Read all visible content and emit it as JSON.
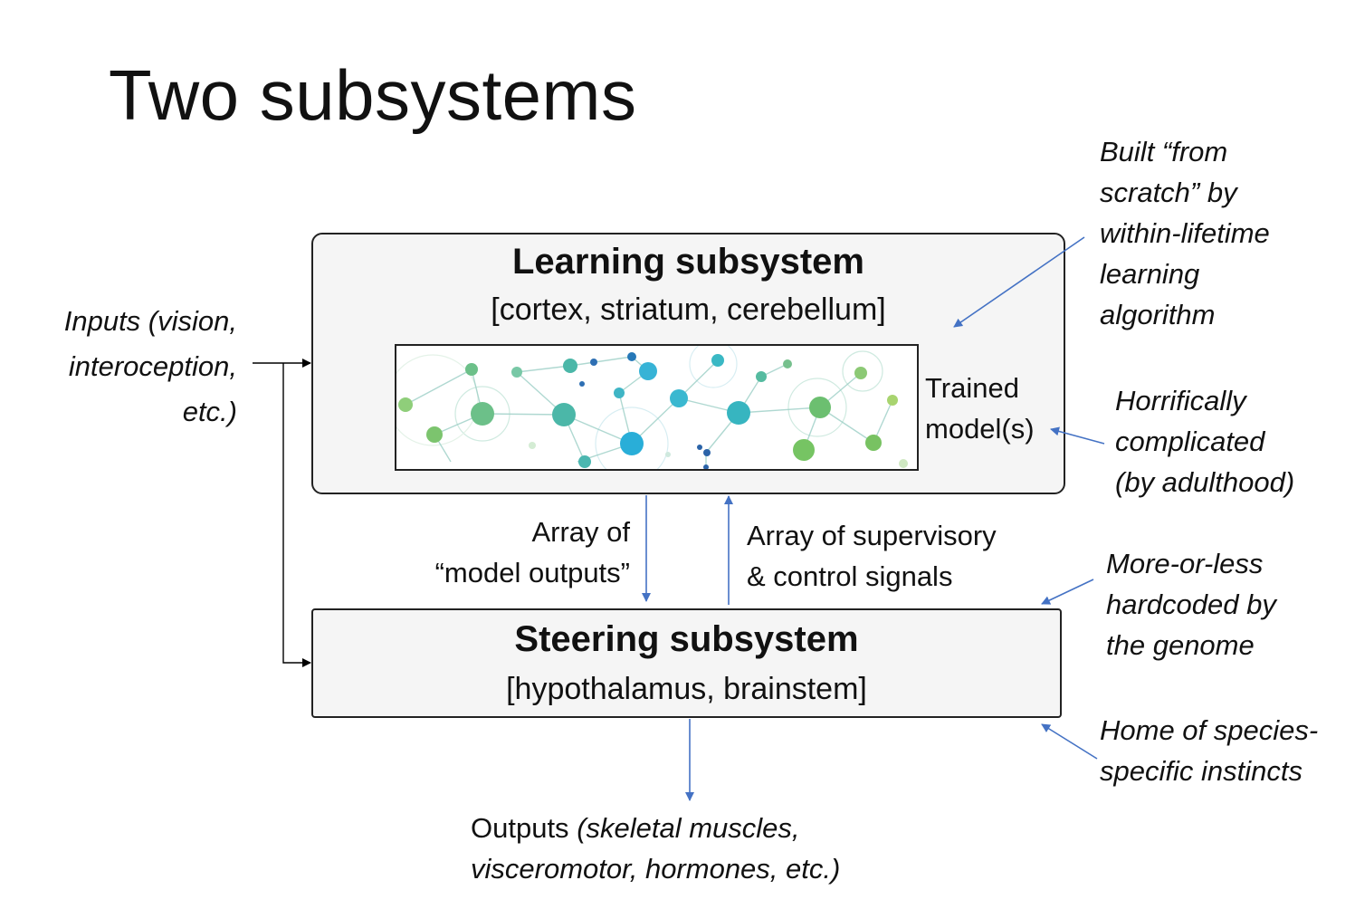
{
  "title": "Two subsystems",
  "learning": {
    "title": "Learning subsystem",
    "subtitle": "[cortex, striatum, cerebellum]",
    "model_label_line1": "Trained",
    "model_label_line2": "model(s)"
  },
  "steering": {
    "title": "Steering subsystem",
    "subtitle": "[hypothalamus, brainstem]"
  },
  "inputs": {
    "line1": "Inputs (vision,",
    "line2": "interoception,",
    "line3": "etc.)"
  },
  "model_outputs": {
    "line1": "Array of",
    "line2": "“model outputs”"
  },
  "supervisory": {
    "line1": "Array of supervisory",
    "line2": "& control signals"
  },
  "outputs": {
    "prefix": "Outputs ",
    "line1_italic": "(skeletal muscles,",
    "line2": "visceromotor, hormones, etc.)"
  },
  "annotations": {
    "built": [
      "Built “from",
      "scratch” by",
      "within-lifetime",
      "learning",
      "algorithm"
    ],
    "complicated": [
      "Horrifically",
      "complicated",
      "(by adulthood)"
    ],
    "hardcoded": [
      "More-or-less",
      "hardcoded by",
      "the genome"
    ],
    "instincts": [
      "Home of species-",
      "specific instincts"
    ]
  },
  "colors": {
    "arrow_blue": "#4472c4",
    "arrow_black": "#000000",
    "box_fill": "#f5f5f5"
  }
}
